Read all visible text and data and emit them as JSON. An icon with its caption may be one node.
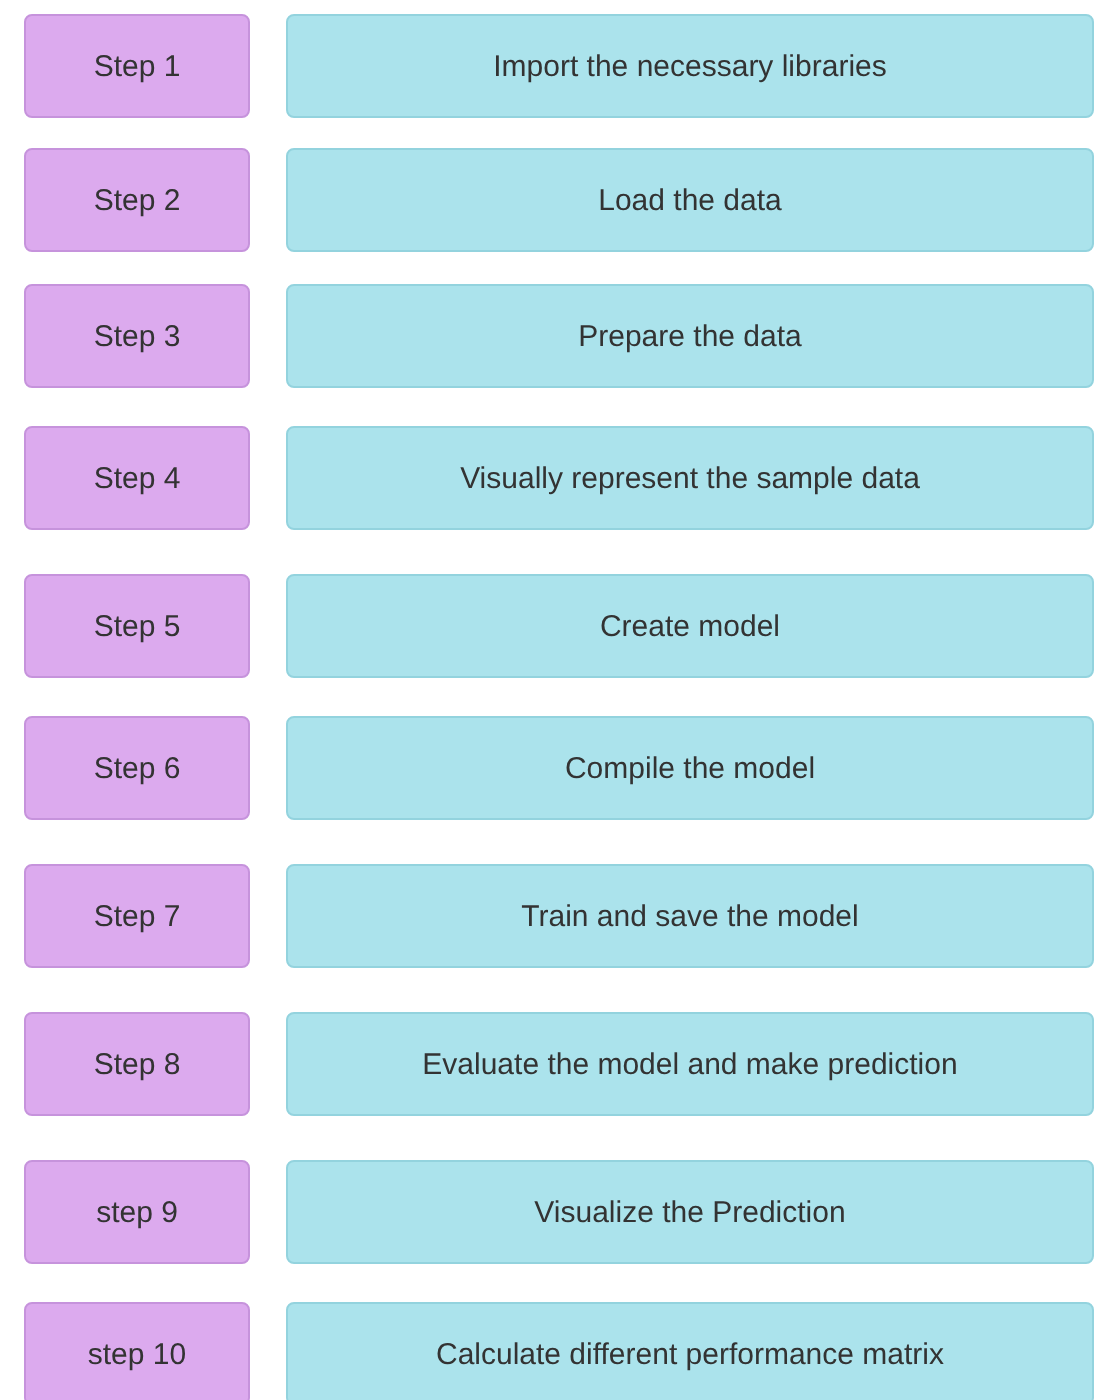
{
  "diagram": {
    "nodes": [
      {
        "text": [
          "Step 1"
        ]
      },
      {
        "text": [
          "Import the necessary libraries"
        ]
      },
      {
        "text": [
          "Step 2"
        ]
      },
      {
        "text": [
          "Load the data"
        ]
      },
      {
        "text": [
          "Step 3"
        ]
      },
      {
        "text": [
          "Prepare the data"
        ]
      },
      {
        "text": [
          "Step 4"
        ]
      },
      {
        "text": [
          "Visually represent the sample data"
        ]
      },
      {
        "text": [
          "Step 5"
        ]
      },
      {
        "text": [
          "Create model"
        ]
      },
      {
        "text": [
          "Step 6"
        ]
      },
      {
        "text": [
          "Compile the model"
        ]
      },
      {
        "text": [
          "Step 7"
        ]
      },
      {
        "text": [
          "Train and save the model"
        ]
      },
      {
        "text": [
          "Step 8"
        ]
      },
      {
        "text": [
          "Evaluate the model and make prediction"
        ]
      },
      {
        "text": [
          "step 9"
        ]
      },
      {
        "text": [
          "Visualize the Prediction"
        ]
      },
      {
        "text": [
          "step 10"
        ]
      },
      {
        "text": [
          "Calculate different performance matrix"
        ]
      }
    ]
  }
}
